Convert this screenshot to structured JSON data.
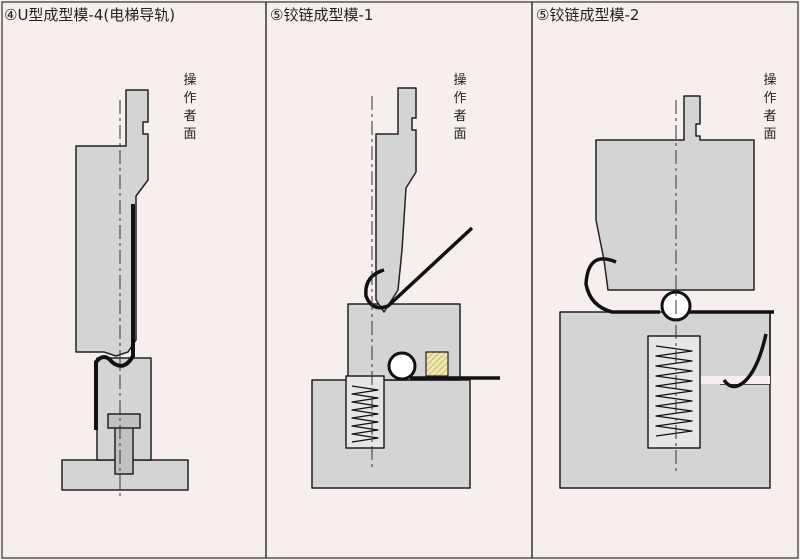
{
  "panels": [
    {
      "title": "④U型成型模-4(电梯导轨)",
      "operator_label": "操作者面"
    },
    {
      "title": "⑤铰链成型模-1",
      "operator_label": "操作者面"
    },
    {
      "title": "⑤铰链成型模-2",
      "operator_label": "操作者面"
    }
  ],
  "colors": {
    "background": "#f7eeee",
    "block_fill": "#d4d4d4",
    "outline": "#222222",
    "sheet": "#111111",
    "pad_yellow": "#f0e6b0"
  }
}
